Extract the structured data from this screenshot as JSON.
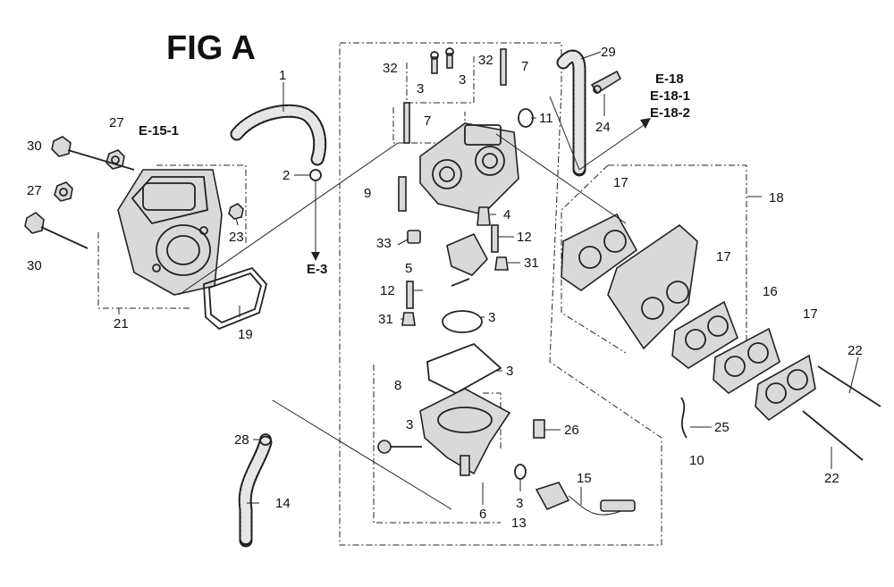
{
  "title": "FIG A",
  "references": [
    "E-15-1",
    "E-3",
    "E-18",
    "E-18-1",
    "E-18-2"
  ],
  "labels": {
    "l1": "1",
    "l2": "2",
    "l3a": "3",
    "l3b": "3",
    "l3c": "3",
    "l3d": "3",
    "l3e": "3",
    "l3f": "3",
    "l4": "4",
    "l5": "5",
    "l6": "6",
    "l7a": "7",
    "l7b": "7",
    "l8": "8",
    "l9": "9",
    "l10": "10",
    "l11": "11",
    "l12a": "12",
    "l12b": "12",
    "l13": "13",
    "l14": "14",
    "l15": "15",
    "l16": "16",
    "l17a": "17",
    "l17b": "17",
    "l17c": "17",
    "l18": "18",
    "l19": "19",
    "l21": "21",
    "l22a": "22",
    "l22b": "22",
    "l23": "23",
    "l24": "24",
    "l25": "25",
    "l26": "26",
    "l27a": "27",
    "l27b": "27",
    "l28": "28",
    "l29": "29",
    "l30a": "30",
    "l30b": "30",
    "l31a": "31",
    "l31b": "31",
    "l32a": "32",
    "l32b": "32",
    "l33": "33"
  }
}
